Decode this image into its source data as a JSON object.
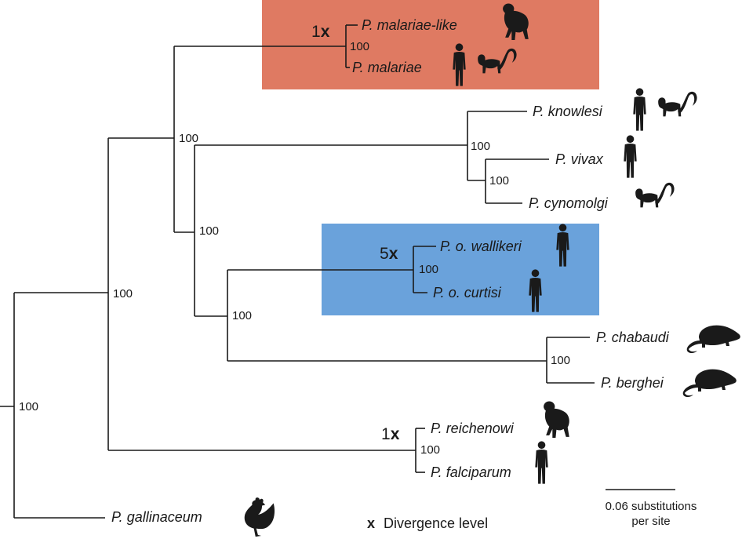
{
  "colors": {
    "red_box": "#df7a62",
    "blue_box": "#6aa2db",
    "ink": "#1a1a1a"
  },
  "taxa": {
    "malariae_like": "P. malariae-like",
    "malariae": "P. malariae",
    "knowlesi": "P. knowlesi",
    "vivax": "P. vivax",
    "cynomolgi": "P. cynomolgi",
    "wallikeri": "P. o. wallikeri",
    "curtisi": "P. o. curtisi",
    "chabaudi": "P. chabaudi",
    "berghei": "P. berghei",
    "reichenowi": "P. reichenowi",
    "falciparum": "P. falciparum",
    "gallinaceum": "P. gallinaceum"
  },
  "bootstrap": {
    "root": "100",
    "ingroup": "100",
    "main": "100",
    "malariae_pair": "100",
    "lower_clade": "100",
    "kvc": "100",
    "vc": "100",
    "ovale_rodent": "100",
    "ovale_pair": "100",
    "rodent_pair": "100",
    "laverania_pair": "100"
  },
  "multipliers": {
    "malariae": {
      "num": "1",
      "x": "x"
    },
    "ovale": {
      "num": "5",
      "x": "x"
    },
    "laverania": {
      "num": "1",
      "x": "x"
    }
  },
  "legend": {
    "symbol": "x",
    "label": "Divergence level"
  },
  "scale_bar": {
    "line1": "0.06 substitutions",
    "line2": "per site"
  },
  "hosts": {
    "malariae_like": [
      "chimpanzee-icon"
    ],
    "malariae": [
      "human-icon",
      "monkey-icon"
    ],
    "knowlesi": [
      "human-icon",
      "monkey-icon"
    ],
    "vivax": [
      "human-icon"
    ],
    "cynomolgi": [
      "monkey-icon"
    ],
    "wallikeri": [
      "human-icon"
    ],
    "curtisi": [
      "human-icon"
    ],
    "chabaudi": [
      "rodent-icon"
    ],
    "berghei": [
      "rodent-icon"
    ],
    "reichenowi": [
      "chimpanzee-icon"
    ],
    "falciparum": [
      "human-icon"
    ],
    "gallinaceum": [
      "chicken-icon"
    ]
  }
}
